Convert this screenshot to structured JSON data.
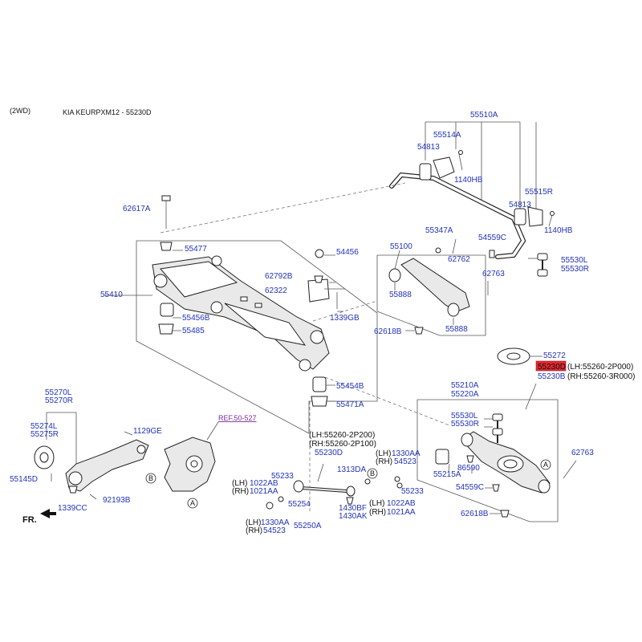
{
  "header": {
    "variant": "(2WD)",
    "title": "KIA KEURPXM12 - 55230D"
  },
  "fr_label": "FR.",
  "ref_link": "REF.50-527",
  "circle_markers": {
    "a": "A",
    "b": "B"
  },
  "highlight_color": "#e0282f",
  "labels": {
    "p55510A": "55510A",
    "p55514A": "55514A",
    "p54813a": "54813",
    "p1140HBa": "1140HB",
    "p55515R": "55515R",
    "p54813b": "54813",
    "p1140HBb": "1140HB",
    "p54559Ca": "54559C",
    "p55530La": "55530L",
    "p55530Ra": "55530R",
    "p62617A": "62617A",
    "p55477": "55477",
    "p54456": "54456",
    "p55347A": "55347A",
    "p55100": "55100",
    "p62762": "62762",
    "p55410": "55410",
    "p62792B": "62792B",
    "p62322": "62322",
    "p55888a": "55888",
    "p62763a": "62763",
    "p55456B": "55456B",
    "p1339GB": "1339GB",
    "p55485": "55485",
    "p62618Ba": "62618B",
    "p55888b": "55888",
    "p55272": "55272",
    "p55230D": "55230D",
    "p55230Dnote": "(LH:55260-2P000)",
    "p55230B": "55230B",
    "p55230Bnote": "(RH:55260-3R000)",
    "p55454B": "55454B",
    "p55471A": "55471A",
    "p55210A": "55210A",
    "p55220A": "55220A",
    "p55270L": "55270L",
    "p55270R": "55270R",
    "p55274L": "55274L",
    "p55275R": "55275R",
    "p1129GE": "1129GE",
    "p55145D": "55145D",
    "p92193B": "92193B",
    "p1339CC": "1339CC",
    "p55530Lb": "55530L",
    "p55530Rb": "55530R",
    "p62763b": "62763",
    "pLH200": "(LH:55260-2P200)",
    "pRH100": "(RH:55260-2P100)",
    "p55230Dc": "55230D",
    "p55233a": "55233",
    "p1313DA": "1313DA",
    "pLH1022a": "(LH)",
    "p1022ABa": "1022AB",
    "pRH1021a": "(RH)",
    "p1021AAa": "1021AA",
    "p55254": "55254",
    "p1430BF": "1430BF",
    "p1430AK": "1430AK",
    "pLH1330b": "(LH)",
    "p1330AAb": "1330AA",
    "pRH54523b": "(RH)",
    "p54523b": "54523",
    "p55233b": "55233",
    "pLH1022b": "(LH)",
    "p1022ABb": "1022AB",
    "pRH1021b": "(RH)",
    "p1021AAb": "1021AA",
    "p55215A": "55215A",
    "p86590": "86590",
    "p54559Cb": "54559C",
    "p62618Bb": "62618B",
    "pLH1330a": "(LH)",
    "p1330AAa": "1330AA",
    "pRH54523a": "(RH)",
    "p54523a": "54523",
    "p55250A": "55250A"
  }
}
